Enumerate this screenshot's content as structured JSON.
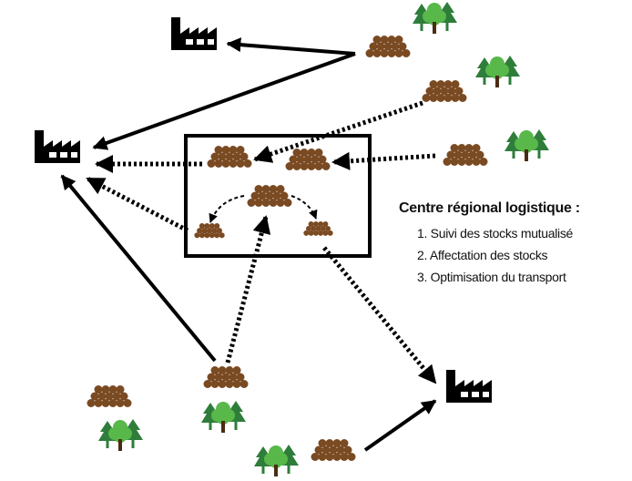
{
  "legend": {
    "title": "Centre régional logistique :",
    "items": [
      "1. Suivi des stocks mutualisé",
      "2. Affectation des stocks",
      "3. Optimisation du transport"
    ]
  },
  "colors": {
    "log": "#7a4a22",
    "tree_dark": "#2e7d3a",
    "tree_light": "#58b84a",
    "trunk": "#4a2c14",
    "arrow": "#000000"
  },
  "icons": [
    "factory-icon",
    "log-pile-icon",
    "tree-cluster-icon"
  ]
}
